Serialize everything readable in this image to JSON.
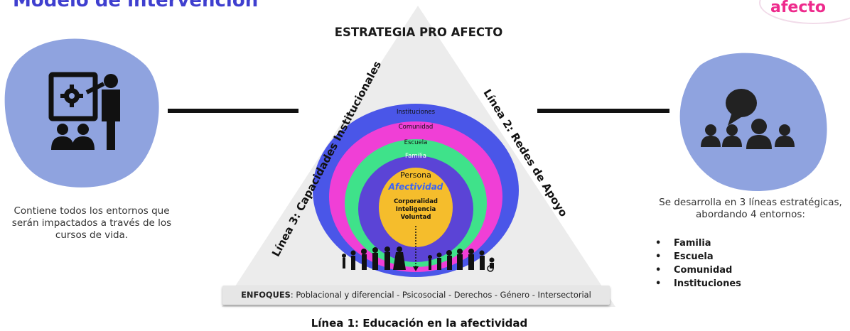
{
  "header": {
    "title_partial": "Modelo de intervención",
    "logo_text_partial": "afecto"
  },
  "diagram": {
    "title": "ESTRATEGIA PRO AFECTO",
    "linea1": "Línea 1:  Educación en la afectividad",
    "linea2": "Línea 2: Redes de Apoyo",
    "linea3": "Línea 3: Capacidades Institucionales",
    "rings": [
      "Instituciones",
      "Comunidad",
      "Escuela",
      "Familia"
    ],
    "core": {
      "persona": "Persona",
      "afectividad": "Afectividad",
      "corporalidad": "Corporalidad",
      "inteligencia": "Inteligencia",
      "voluntad": "Voluntad"
    },
    "enfoques_label": "ENFOQUES",
    "enfoques_text": ": Poblacional y diferencial - Psicosocial - Derechos - Género - Intersectorial",
    "colors": {
      "triangle": "#ececec",
      "ring_instituciones": "#4a56e8",
      "ring_comunidad": "#f03fd6",
      "ring_escuela": "#3fe28a",
      "ring_familia": "#5b44d6",
      "core": "#f5bd2c",
      "blob": "#8fa3df",
      "accent_title": "#3f3fcf"
    }
  },
  "left_panel": {
    "icon": "presentation-gear-icon",
    "caption": "Contiene todos los entornos que serán impactados a través de los cursos de vida."
  },
  "right_panel": {
    "icon": "group-speech-icon",
    "caption": "Se desarrolla en 3 líneas estratégicas, abordando 4 entornos:",
    "items": [
      "Familia",
      "Escuela",
      "Comunidad",
      "Instituciones"
    ]
  }
}
